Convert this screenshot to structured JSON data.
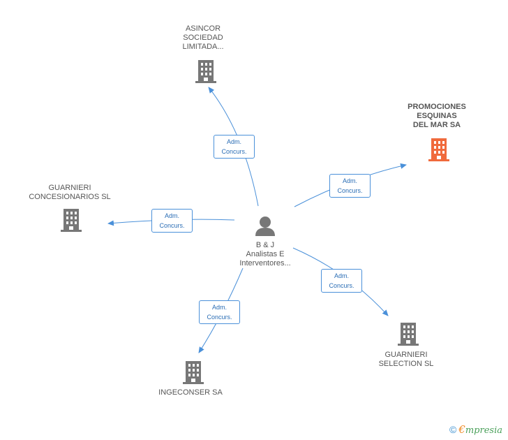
{
  "colors": {
    "edge": "#4a90d9",
    "building_default": "#777777",
    "building_highlight": "#f06a3c",
    "person": "#777777"
  },
  "center": {
    "label": "B & J\nAnalistas E\nInterventores...",
    "icon": "person-icon"
  },
  "nodes": [
    {
      "id": "asincor",
      "label": "ASINCOR\nSOCIEDAD\nLIMITADA...",
      "icon": "building-icon",
      "highlight": false
    },
    {
      "id": "promociones",
      "label": "PROMOCIONES\nESQUINAS\nDEL MAR SA",
      "icon": "building-icon",
      "highlight": true
    },
    {
      "id": "guarnieri_conc",
      "label": "GUARNIERI\nCONCESIONARIOS SL",
      "icon": "building-icon",
      "highlight": false
    },
    {
      "id": "ingeconser",
      "label": "INGECONSER SA",
      "icon": "building-icon",
      "highlight": false
    },
    {
      "id": "guarnieri_sel",
      "label": "GUARNIERI\nSELECTION  SL",
      "icon": "building-icon",
      "highlight": false
    }
  ],
  "edges": [
    {
      "to": "asincor",
      "line1": "Adm.",
      "line2": "Concurs."
    },
    {
      "to": "promociones",
      "line1": "Adm.",
      "line2": "Concurs."
    },
    {
      "to": "guarnieri_conc",
      "line1": "Adm.",
      "line2": "Concurs."
    },
    {
      "to": "ingeconser",
      "line1": "Adm.",
      "line2": "Concurs."
    },
    {
      "to": "guarnieri_sel",
      "line1": "Adm.",
      "line2": "Concurs."
    }
  ],
  "footer": {
    "copyright_symbol": "©",
    "brand_initial": "€",
    "brand_rest": "mpresia"
  }
}
